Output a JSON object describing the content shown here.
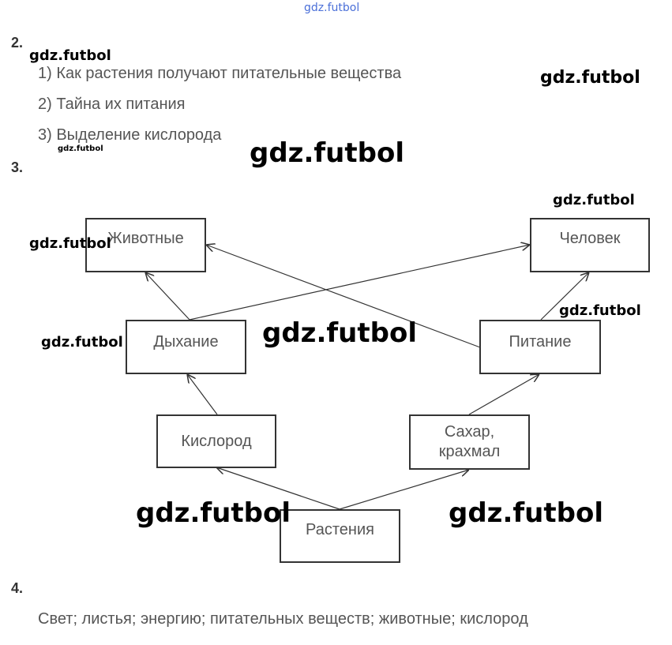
{
  "watermark": "gdz.futbol",
  "task2": {
    "number": "2.",
    "items": [
      "1) Как растения получают питательные вещества",
      "2) Тайна их питания",
      "3) Выделение кислорода"
    ]
  },
  "task3": {
    "number": "3.",
    "boxes": {
      "animals": "Животные",
      "human": "Человек",
      "breathing": "Дыхание",
      "nutrition": "Питание",
      "oxygen": "Кислород",
      "sugar": "Сахар, крахмал",
      "plants": "Растения"
    }
  },
  "task4": {
    "number": "4.",
    "answer": "Свет; листья; энергию; питательных веществ; животные; кислород"
  }
}
